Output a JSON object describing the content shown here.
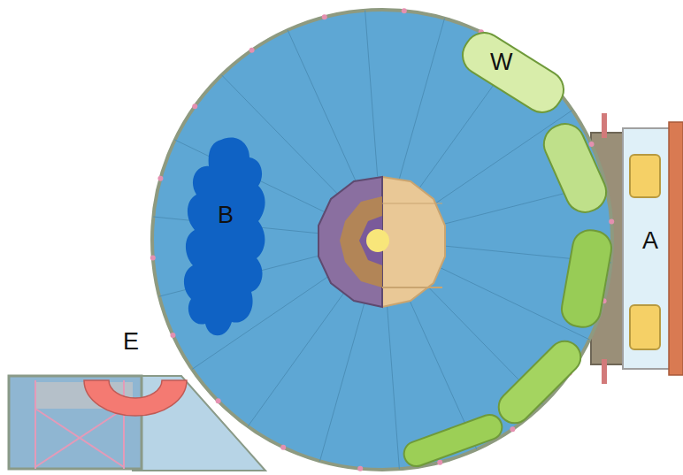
{
  "diagram": {
    "labels": [
      "W",
      "B",
      "A",
      "E"
    ]
  }
}
